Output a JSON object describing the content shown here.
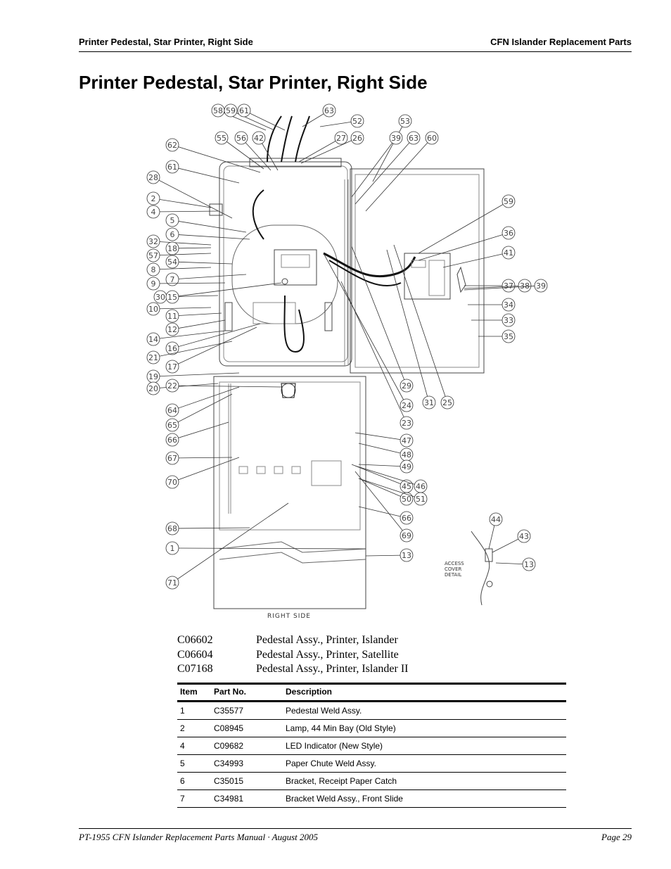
{
  "header": {
    "left": "Printer Pedestal, Star Printer, Right Side",
    "right": "CFN Islander Replacement Parts"
  },
  "title": "Printer Pedestal, Star Printer, Right Side",
  "drawing": {
    "view_label": "RIGHT SIDE",
    "detail_label": [
      "ACCESS",
      "COVER",
      "DETAIL"
    ],
    "callouts": [
      "58",
      "59",
      "61",
      "63",
      "52",
      "53",
      "55",
      "56",
      "42",
      "27",
      "26",
      "39",
      "63",
      "60",
      "62",
      "28",
      "61",
      "2",
      "4",
      "5",
      "6",
      "32",
      "18",
      "57",
      "54",
      "8",
      "7",
      "9",
      "30",
      "15",
      "10",
      "11",
      "12",
      "14",
      "16",
      "21",
      "17",
      "19",
      "20",
      "22",
      "59",
      "36",
      "41",
      "37",
      "38",
      "39",
      "34",
      "33",
      "35",
      "29",
      "24",
      "31",
      "25",
      "23",
      "64",
      "65",
      "66",
      "67",
      "47",
      "48",
      "49",
      "45",
      "46",
      "50",
      "51",
      "70",
      "66",
      "69",
      "68",
      "1",
      "13",
      "71",
      "44",
      "43",
      "13"
    ]
  },
  "assemblies": [
    {
      "part": "C06602",
      "desc": "Pedestal Assy., Printer, Islander"
    },
    {
      "part": "C06604",
      "desc": "Pedestal Assy., Printer, Satellite"
    },
    {
      "part": "C07168",
      "desc": "Pedestal Assy., Printer, Islander II"
    }
  ],
  "table": {
    "headers": [
      "Item",
      "Part No.",
      "Description"
    ],
    "rows": [
      [
        "1",
        "C35577",
        "Pedestal Weld Assy."
      ],
      [
        "2",
        "C08945",
        "Lamp, 44 Min Bay (Old Style)"
      ],
      [
        "4",
        "C09682",
        "LED Indicator (New Style)"
      ],
      [
        "5",
        "C34993",
        "Paper Chute Weld Assy."
      ],
      [
        "6",
        "C35015",
        "Bracket, Receipt Paper Catch"
      ],
      [
        "7",
        "C34981",
        "Bracket Weld Assy., Front Slide"
      ]
    ]
  },
  "footer": {
    "left": "PT-1955 CFN Islander Replacement Parts Manual · August 2005",
    "right": "Page 29"
  }
}
